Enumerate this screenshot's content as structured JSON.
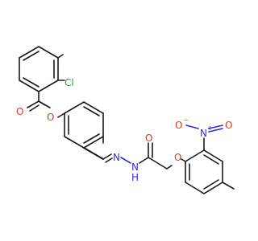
{
  "atoms": {
    "chlorine": "Cl",
    "ester_carbonyl_O": "O",
    "ester_O": "O",
    "imine_N": "N",
    "hydrazide_N": "N",
    "hydrazide_H": "H",
    "amide_O": "O",
    "ether_O": "O",
    "nitro_N": "N",
    "nitro_N_charge": "+",
    "nitro_O_minus": "O",
    "nitro_O_minus_charge": "−",
    "nitro_O": "O"
  },
  "colors": {
    "carbon": "#1a1a1a",
    "oxygen": "#e8341c",
    "nitrogen": "#2a2fe0",
    "chlorine": "#2ca02c"
  }
}
